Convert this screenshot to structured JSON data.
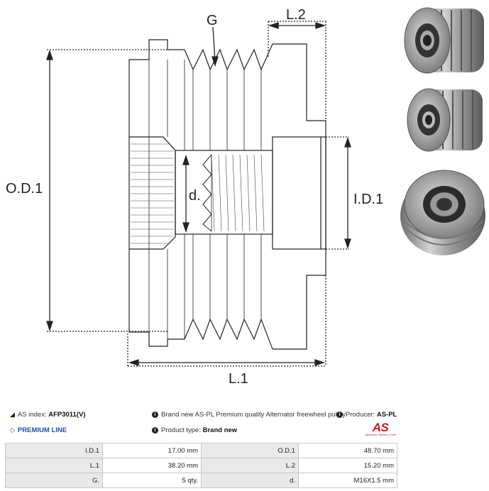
{
  "drawing": {
    "labels": {
      "g": "G",
      "l2": "L.2",
      "od1": "O.D.1",
      "d": "d.",
      "id1": "I.D.1",
      "l1": "L.1"
    }
  },
  "photos": {
    "count": 3
  },
  "info": {
    "as_index_label": "AS index:",
    "as_index_value": "AFP3011(V)",
    "premium_line": "PREMIUM LINE",
    "description": "Brand new AS-PL Premium quality Alternator freewheel pulley",
    "producer_label": "Producer:",
    "producer_value": "AS-PL",
    "product_type_label": "Product type:",
    "product_type_value": "Brand new"
  },
  "logo": {
    "word": "AS",
    "subtitle": "Alternators, Starters & Parts"
  },
  "specs": [
    [
      "I.D.1",
      "17.00 mm",
      "O.D.1",
      "48.70 mm"
    ],
    [
      "L.1",
      "38.20 mm",
      "L.2",
      "15.20 mm"
    ],
    [
      "G.",
      "5 qty.",
      "d.",
      "M16X1.5 mm"
    ]
  ],
  "colors": {
    "premium": "#1a4fb0",
    "logo_red": "#d9141b",
    "label_bg": "#e9e9e9"
  }
}
